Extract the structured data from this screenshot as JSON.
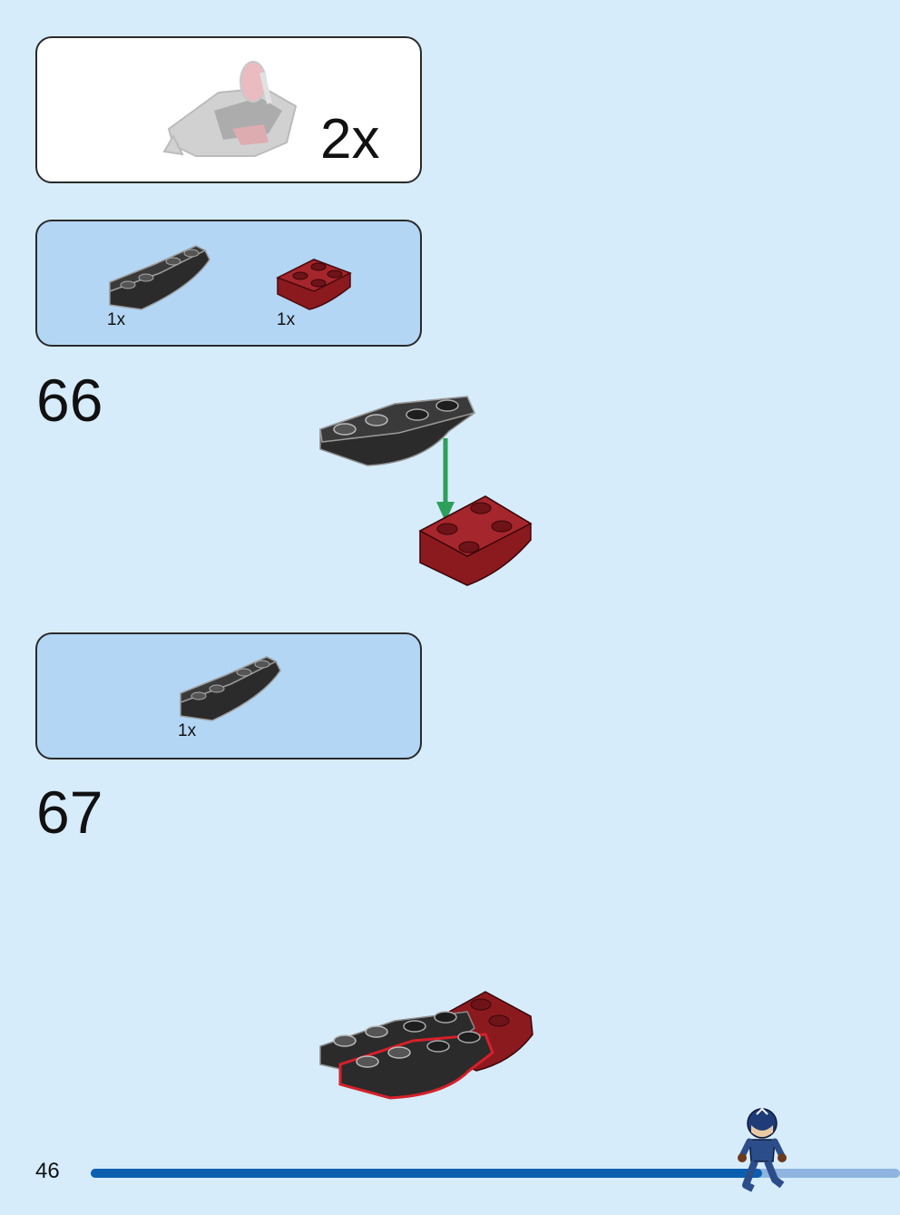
{
  "submodel": {
    "multiplier": "2x"
  },
  "parts_step66": [
    {
      "name": "black inverted curved slope",
      "qty": "1x"
    },
    {
      "name": "dark red inverted slope",
      "qty": "1x"
    }
  ],
  "step66": {
    "number": "66"
  },
  "parts_step67": [
    {
      "name": "black inverted curved slope",
      "qty": "1x"
    }
  ],
  "step67": {
    "number": "67"
  },
  "footer": {
    "page_number": "46"
  },
  "colors": {
    "background": "#d6ecfb",
    "parts_box": "#b3d6f4",
    "brick_black": "#2b2b2b",
    "brick_dark_red": "#8b1a1f",
    "arrow_green": "#2e9e5b",
    "progress_dark": "#0a5fb0",
    "progress_light": "#8fb4e0",
    "highlight_red": "#d6202a"
  }
}
